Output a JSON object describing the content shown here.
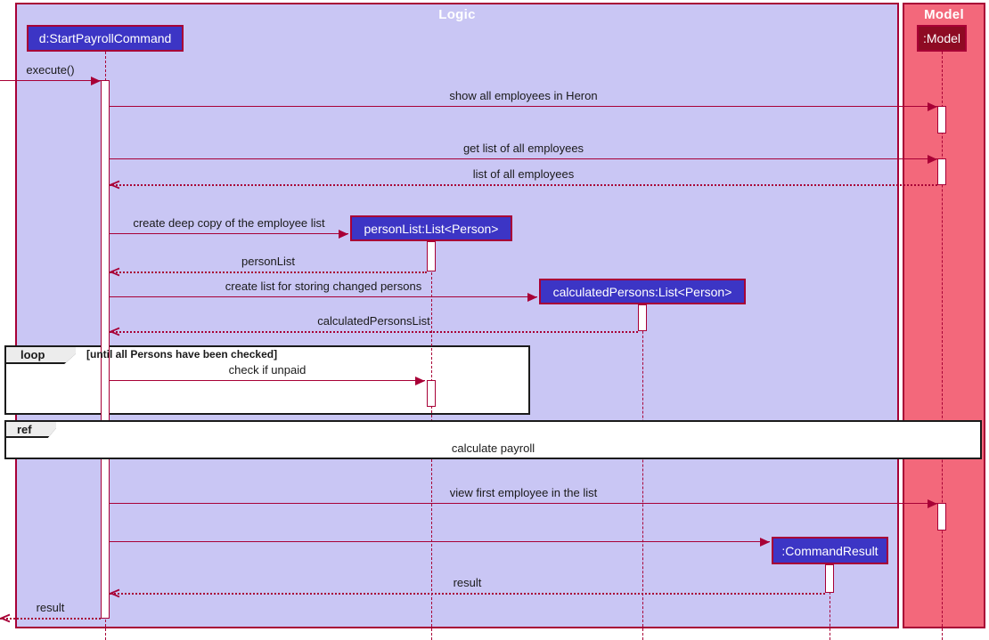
{
  "diagram": {
    "type": "uml-sequence-diagram",
    "frames": {
      "logic": {
        "title": "Logic"
      },
      "model": {
        "title": "Model"
      }
    },
    "participants": [
      {
        "id": "startPayrollCommand",
        "label": "d:StartPayrollCommand",
        "variant": "logic"
      },
      {
        "id": "model",
        "label": ":Model",
        "variant": "model"
      },
      {
        "id": "personList",
        "label": "personList:List<Person>",
        "variant": "logic"
      },
      {
        "id": "calculatedPersons",
        "label": "calculatedPersons:List<Person>",
        "variant": "logic"
      },
      {
        "id": "commandResult",
        "label": ":CommandResult",
        "variant": "logic"
      }
    ],
    "messages": [
      {
        "id": "execute",
        "label": "execute()",
        "kind": "sync",
        "from": "external",
        "to": "startPayrollCommand"
      },
      {
        "id": "show-all-employees",
        "label": "show all employees in Heron",
        "kind": "sync",
        "from": "startPayrollCommand",
        "to": "model"
      },
      {
        "id": "get-list",
        "label": "get list of all employees",
        "kind": "sync",
        "from": "startPayrollCommand",
        "to": "model"
      },
      {
        "id": "list-return",
        "label": "list of all employees",
        "kind": "return",
        "from": "model",
        "to": "startPayrollCommand"
      },
      {
        "id": "deep-copy",
        "label": "create deep copy of the employee list",
        "kind": "sync",
        "from": "startPayrollCommand",
        "to": "personList"
      },
      {
        "id": "personlist-return",
        "label": "personList",
        "kind": "return",
        "from": "personList",
        "to": "startPayrollCommand"
      },
      {
        "id": "create-list",
        "label": "create list for storing changed persons",
        "kind": "sync",
        "from": "startPayrollCommand",
        "to": "calculatedPersons"
      },
      {
        "id": "calculated-return",
        "label": "calculatedPersonsList",
        "kind": "return",
        "from": "calculatedPersons",
        "to": "startPayrollCommand"
      },
      {
        "id": "check-unpaid",
        "label": "check if unpaid",
        "kind": "sync",
        "from": "startPayrollCommand",
        "to": "personList"
      },
      {
        "id": "view-first",
        "label": "view first employee in the list",
        "kind": "sync",
        "from": "startPayrollCommand",
        "to": "model"
      },
      {
        "id": "create-commandresult",
        "label": "",
        "kind": "sync",
        "from": "startPayrollCommand",
        "to": "commandResult"
      },
      {
        "id": "result-return",
        "label": "result",
        "kind": "return",
        "from": "commandResult",
        "to": "startPayrollCommand"
      },
      {
        "id": "final-result",
        "label": "result",
        "kind": "return",
        "from": "startPayrollCommand",
        "to": "external"
      }
    ],
    "fragments": [
      {
        "id": "loop",
        "operator": "loop",
        "guard": "[until all Persons have been checked]"
      },
      {
        "id": "ref",
        "operator": "ref",
        "label": "calculate payroll"
      }
    ],
    "colors": {
      "frame_border": "#a80036",
      "logic_background": "#c9c6f4",
      "model_background": "#f3687b",
      "participant_logic_fill": "#3c35c5",
      "participant_model_fill": "#8e0b23",
      "participant_text": "#ffffff",
      "message_line": "#a80036",
      "activation_fill": "#ffffff",
      "fragment_border": "#1b1b1b",
      "fragment_tab_fill": "#ececec",
      "label_text": "#1a1a1a",
      "frame_title_text": "#ffffff"
    }
  }
}
